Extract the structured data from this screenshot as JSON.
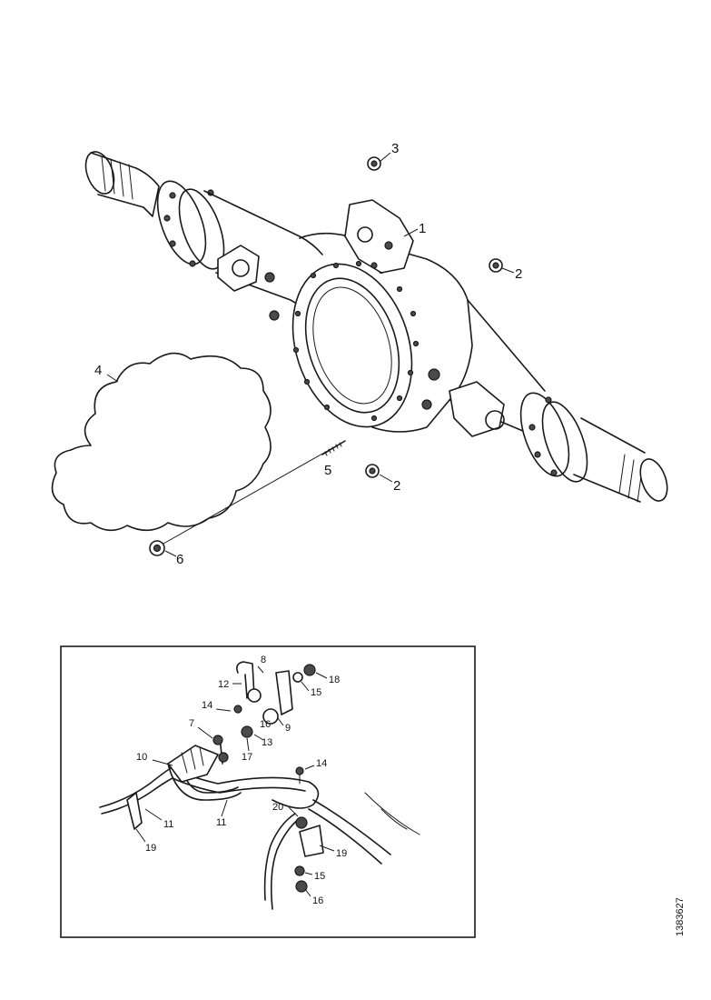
{
  "main_callouts": [
    "1",
    "2",
    "2",
    "3",
    "4",
    "5",
    "6"
  ],
  "inset_callouts": [
    "8",
    "12",
    "18",
    "15",
    "14",
    "16",
    "9",
    "7",
    "13",
    "17",
    "10",
    "14",
    "20",
    "11",
    "11",
    "19",
    "19",
    "15",
    "16"
  ],
  "figure_id": "1383627"
}
